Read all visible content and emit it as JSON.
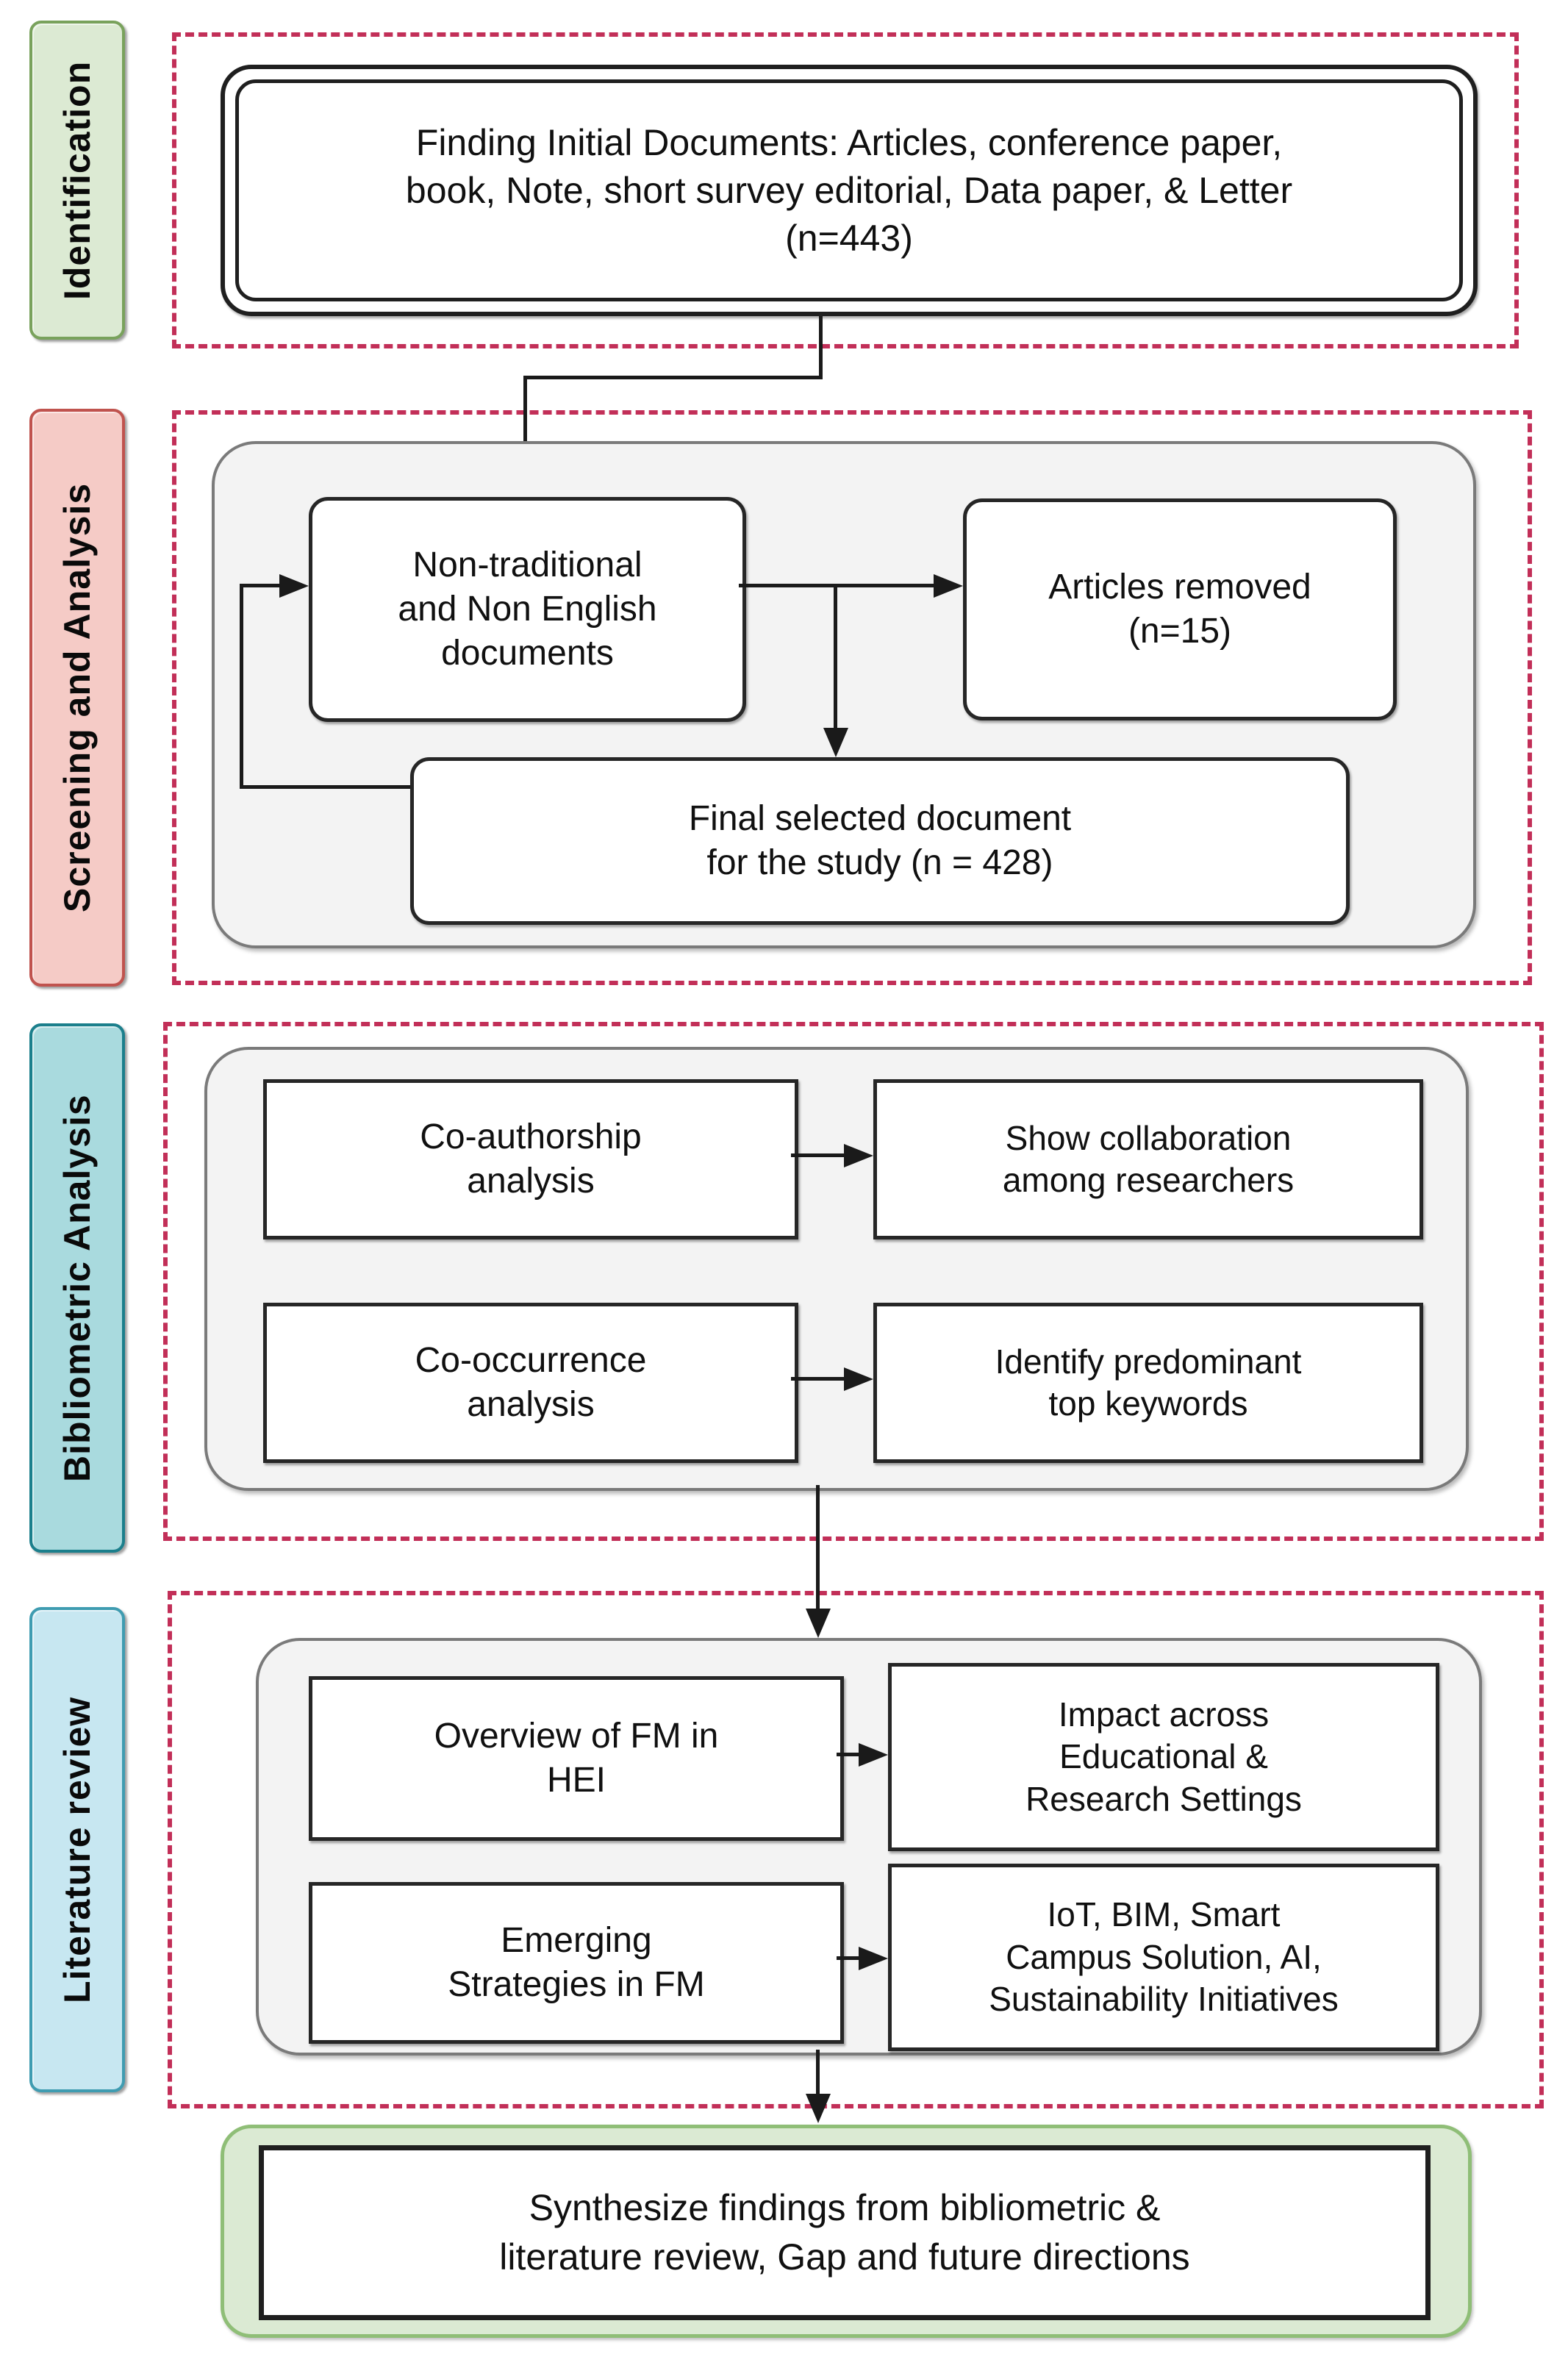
{
  "colors": {
    "dashed_border": "#c22f58",
    "identification_bg": "#dcead3",
    "identification_border": "#79a25c",
    "screening_bg": "#f5cbc6",
    "screening_border": "#c0534e",
    "bibliometric_bg": "#a9dade",
    "bibliometric_border": "#1b7f8c",
    "literature_bg": "#c7e7f1",
    "literature_border": "#3f9cb1",
    "container_bg": "#f3f3f3",
    "container_border": "#7a7a7a",
    "synthesis_bg": "#dbead3",
    "synthesis_border": "#8fbe77",
    "line": "#1a1a1a"
  },
  "sections": [
    {
      "name": "identification",
      "side_label": "Identification",
      "nodes": {
        "finding": {
          "text": "Finding Initial Documents: Articles, conference paper,\nbook, Note, short survey editorial, Data paper, & Letter\n(n=443)",
          "count": "n=443"
        }
      }
    },
    {
      "name": "screening-and-analysis",
      "side_label": "Screening and Analysis",
      "nodes": {
        "non_traditional": {
          "text": "Non-traditional\nand Non English\ndocuments"
        },
        "articles_removed": {
          "text": "Articles removed\n(n=15)",
          "count": "n=15"
        },
        "final_selected": {
          "text": "Final selected document\nfor the study (n = 428)",
          "count": "n = 428"
        }
      }
    },
    {
      "name": "bibliometric-analysis",
      "side_label": "Bibliometric Analysis",
      "nodes": {
        "co_authorship": {
          "text": "Co-authorship\nanalysis"
        },
        "show_collaboration": {
          "text": "Show collaboration\namong researchers"
        },
        "co_occurrence": {
          "text": "Co-occurrence\nanalysis"
        },
        "identify_keywords": {
          "text": "Identify predominant\ntop keywords"
        }
      }
    },
    {
      "name": "literature-review",
      "side_label": "Literature review",
      "nodes": {
        "overview_fm": {
          "text": "Overview of FM in\nHEI"
        },
        "impact": {
          "text": "Impact across\nEducational &\nResearch Settings"
        },
        "emerging": {
          "text": "Emerging\nStrategies in FM"
        },
        "iot": {
          "text": "IoT, BIM, Smart\nCampus Solution, AI,\nSustainability Initiatives"
        }
      }
    }
  ],
  "synthesis": {
    "text": "Synthesize findings from bibliometric &\nliterature review, Gap and future directions"
  }
}
